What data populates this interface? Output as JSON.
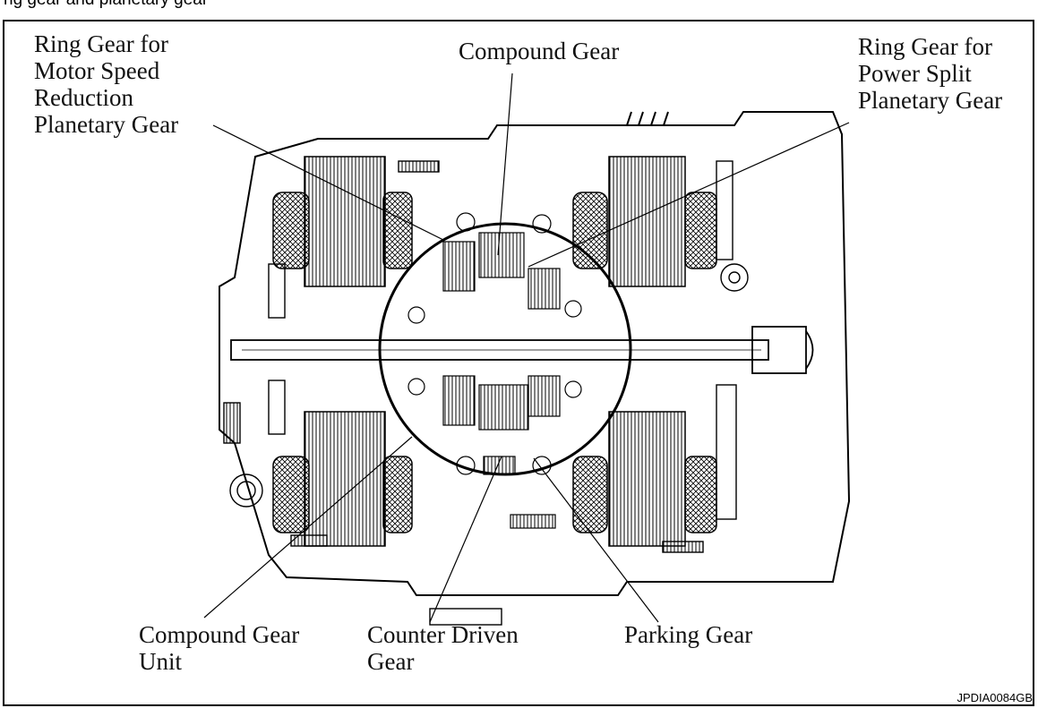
{
  "caption_fragment": "ng gear and planetary gear",
  "figure_code": "JPDIA0084GB",
  "labels": {
    "ring_gear_motor": "Ring Gear for\nMotor Speed\nReduction\nPlanetary Gear",
    "compound_gear": "Compound Gear",
    "ring_gear_power": "Ring Gear for\nPower Split\nPlanetary Gear",
    "compound_gear_unit": "Compound Gear\nUnit",
    "counter_driven_gear": "Counter Driven\nGear",
    "parking_gear": "Parking Gear"
  },
  "colors": {
    "line": "#000000",
    "background": "#ffffff"
  }
}
